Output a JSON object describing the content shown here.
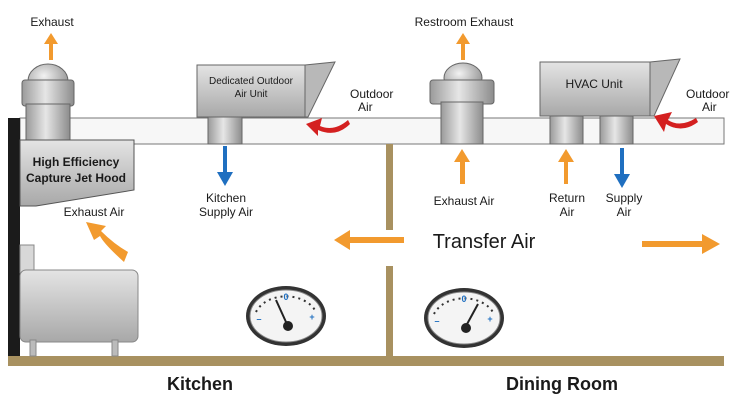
{
  "labels": {
    "exhaust": "Exhaust",
    "restroom_exhaust": "Restroom Exhaust",
    "doau_line1": "Dedicated Outdoor",
    "doau_line2": "Air Unit",
    "outdoor_air_left_1": "Outdoor",
    "outdoor_air_left_2": "Air",
    "hvac_unit": "HVAC Unit",
    "outdoor_air_right_1": "Outdoor",
    "outdoor_air_right_2": "Air",
    "hood_line1": "High Efficiency",
    "hood_line2": "Capture Jet Hood",
    "exhaust_air_kitchen": "Exhaust Air",
    "kitchen_supply_1": "Kitchen",
    "kitchen_supply_2": "Supply Air",
    "exhaust_air_dining": "Exhaust Air",
    "return_air_1": "Return",
    "return_air_2": "Air",
    "supply_air_1": "Supply",
    "supply_air_2": "Air",
    "transfer_air": "Transfer Air",
    "kitchen_room": "Kitchen",
    "dining_room": "Dining Room"
  },
  "gauges": {
    "zero": "0",
    "minus": "–",
    "plus": "+"
  },
  "colors": {
    "orange_arrow": "#f29a2e",
    "blue_arrow": "#1f6fc0",
    "red_arrow": "#d42020",
    "floor": "#a89160",
    "equipment_gray": "#c8c8c8"
  }
}
